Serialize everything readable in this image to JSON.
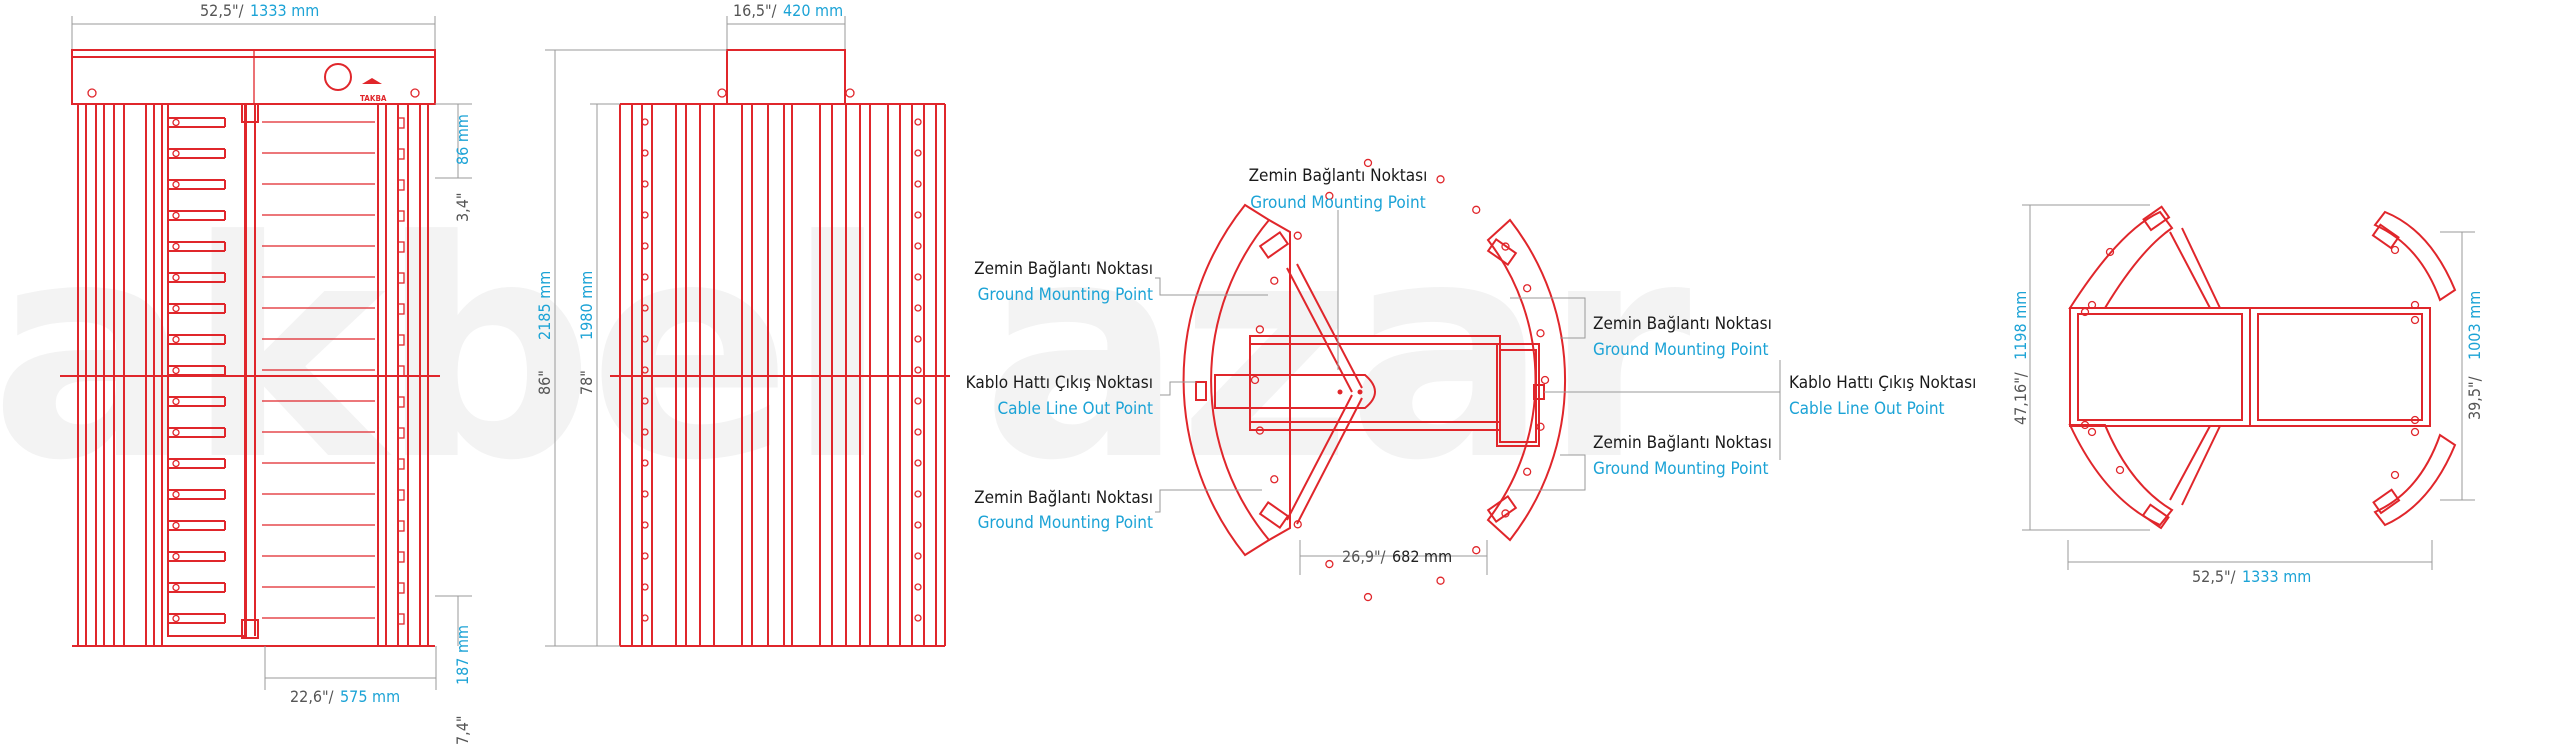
{
  "watermark": {
    "text": "akbel azar",
    "color": "#f3f3f3"
  },
  "colors": {
    "drawing": "#e0262b",
    "metric": "#1ca3d6",
    "label": "#1a1a1a",
    "dimension_line": "#9a9a9a"
  },
  "brand": {
    "logo_text": "TAKBA"
  },
  "front_view": {
    "width_in": "52,5\"/",
    "width_mm": "1333 mm",
    "top_gap_in": "3,4\"",
    "top_gap_mm": "86 mm",
    "height_in": "86\"",
    "height_mm": "2185 mm",
    "bottom_gap_in": "7,4\"",
    "bottom_gap_mm": "187 mm",
    "passage_in": "22,6\"/",
    "passage_mm": "575 mm"
  },
  "side_view": {
    "width_in": "16,5\"/",
    "width_mm": "420 mm",
    "height_in": "78\"",
    "height_mm": "1980 mm"
  },
  "top_view": {
    "labels": {
      "ground_tr": "Zemin Bağlantı Noktası",
      "ground_tr_en": "Ground Mounting Point",
      "ground_ul": "Zemin Bağlantı Noktası",
      "ground_ul_en": "Ground Mounting Point",
      "cable_left": "Kablo Hattı Çıkış Noktası",
      "cable_left_en": "Cable Line Out Point",
      "ground_ll": "Zemin Bağlantı Noktası",
      "ground_ll_en": "Ground Mounting Point",
      "ground_ur": "Zemin Bağlantı Noktası",
      "ground_ur_en": "Ground Mounting Point",
      "ground_lr": "Zemin Bağlantı Noktası",
      "ground_lr_en": "Ground Mounting Point",
      "cable_right": "Kablo Hattı Çıkış Noktası",
      "cable_right_en": "Cable Line Out Point"
    },
    "width_in": "26,9\"/",
    "width_mm": "682 mm"
  },
  "plan_view": {
    "depth_in": "47,16\"/",
    "depth_mm": "1198 mm",
    "inner_in": "39,5\"/",
    "inner_mm": "1003 mm",
    "width_in": "52,5\"/",
    "width_mm": "1333 mm"
  }
}
